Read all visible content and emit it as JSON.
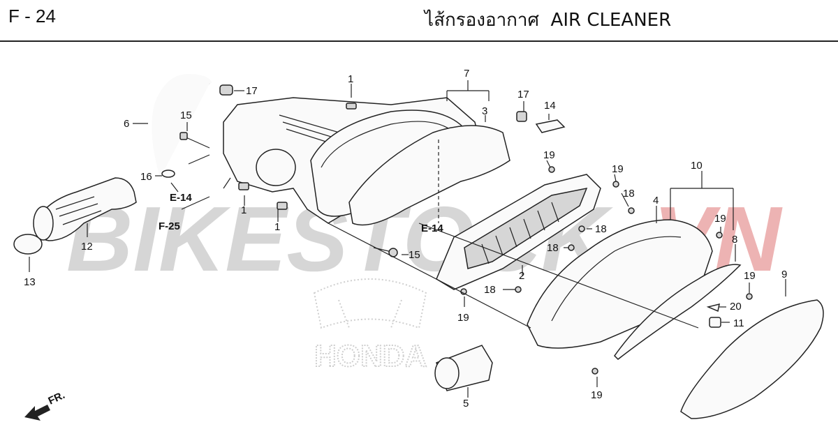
{
  "header": {
    "page_code": "F - 24",
    "title": "ไส้กรองอากาศ  AIR CLEANER"
  },
  "watermark": {
    "text_gray": "BIKESTOCK",
    "text_red": "VN",
    "logo_text": "HONDA",
    "gray_color": "#c9c9c9",
    "red_color": "#e89a9a"
  },
  "references": {
    "e14_left": "E-14",
    "f25": "F-25",
    "e14_center": "E-14"
  },
  "front_marker": "FR.",
  "callouts": {
    "c1_top": "1",
    "c1_mid": "1",
    "c1_low": "1",
    "c2": "2",
    "c3": "3",
    "c4": "4",
    "c5": "5",
    "c6": "6",
    "c7": "7",
    "c8": "8",
    "c9": "9",
    "c10": "10",
    "c11": "11",
    "c12": "12",
    "c13": "13",
    "c14": "14",
    "c15_top": "15",
    "c15_low": "15",
    "c16": "16",
    "c17_left": "17",
    "c17_right": "17",
    "c18_a": "18",
    "c18_b": "18",
    "c18_c": "18",
    "c18_d": "18",
    "c19_a": "19",
    "c19_b": "19",
    "c19_c": "19",
    "c19_d": "19",
    "c19_e": "19",
    "c19_f": "19",
    "c20": "20"
  }
}
